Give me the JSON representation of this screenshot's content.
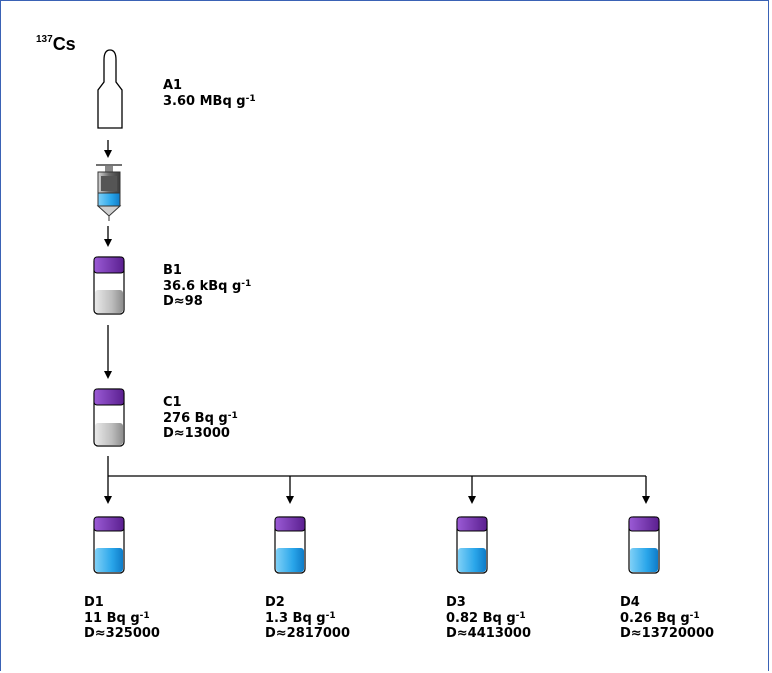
{
  "isotope": {
    "mass": "137",
    "symbol": "Cs"
  },
  "stages": {
    "A1": {
      "name": "A1",
      "activity": "3.60 MBq g",
      "unit_exp": "-1"
    },
    "B1": {
      "name": "B1",
      "activity": "36.6 kBq g",
      "unit_exp": "-1",
      "dilution": "D≈98"
    },
    "C1": {
      "name": "C1",
      "activity": "276 Bq g",
      "unit_exp": "-1",
      "dilution": "D≈13000"
    }
  },
  "final_samples": [
    {
      "name": "D1",
      "activity": "11 Bq g",
      "unit_exp": "-1",
      "dilution": "D≈325000"
    },
    {
      "name": "D2",
      "activity": "1.3 Bq g",
      "unit_exp": "-1",
      "dilution": "D≈2817000"
    },
    {
      "name": "D3",
      "activity": "0.82 Bq g",
      "unit_exp": "-1",
      "dilution": "D≈4413000"
    },
    {
      "name": "D4",
      "activity": "0.26 Bq g",
      "unit_exp": "-1",
      "dilution": "D≈13720000"
    }
  ],
  "colors": {
    "border": "#3a62b5",
    "cap": "#7030a0",
    "liquid_blue": "#2aa6ea",
    "liquid_gray": "#b8b8b8"
  }
}
